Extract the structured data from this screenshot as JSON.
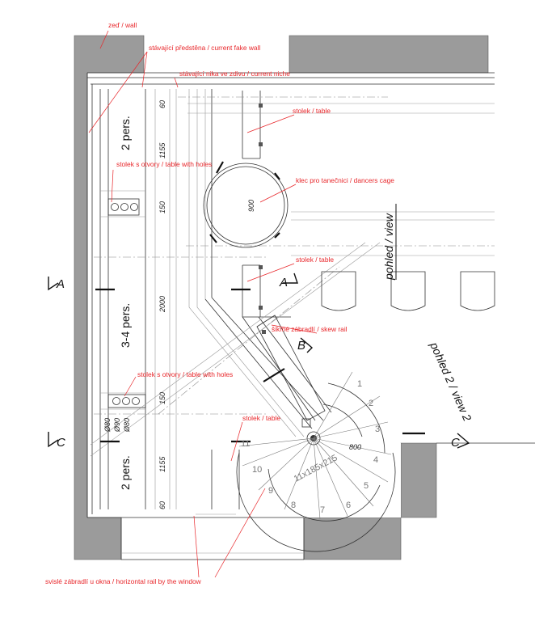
{
  "labels": {
    "wall": "zeď / wall",
    "fake_wall": "stávající předstěna / current fake wall",
    "niche": "stávající nika ve zdivu / current niche",
    "table_top": "stolek / table",
    "table_holes_top": "stolek s otvory / table with holes",
    "dancers_cage": "klec pro tanečnici / dancers cage",
    "table_mid": "stolek / table",
    "skew_rail": "šikmé zábradlí / skew rail",
    "table_holes_bottom": "stolek s otvory / table with holes",
    "table_bottom": "stolek / table",
    "window_rail": "svislé zábradlí u okna / horizontal rail by the window"
  },
  "seating": {
    "top": "2 pers.",
    "middle": "3-4 pers.",
    "bottom": "2 pers."
  },
  "dimensions": {
    "d60_top": "60",
    "d1155_top": "1155",
    "d150_top": "150",
    "d2000": "2000",
    "d150_bottom": "150",
    "d1155_bottom": "1155",
    "d60_bottom": "60",
    "cage_diameter": "900",
    "stair_diameter": "800",
    "stair_steps": "11x185x215",
    "hole_80a": "Ø80",
    "hole_90": "Ø90",
    "hole_80b": "Ø80"
  },
  "sections": {
    "a_left": "A",
    "a_mid": "A",
    "b": "B",
    "c_left": "C",
    "c_right": "C"
  },
  "views": {
    "view1": "pohled / view",
    "view2": "pohled 2 / view 2"
  },
  "step_numbers": [
    "1",
    "2",
    "3",
    "4",
    "5",
    "6",
    "7",
    "8",
    "9",
    "10",
    "11"
  ],
  "colors": {
    "annotation": "#e8262a",
    "wall_fill": "#9b9b9b"
  }
}
